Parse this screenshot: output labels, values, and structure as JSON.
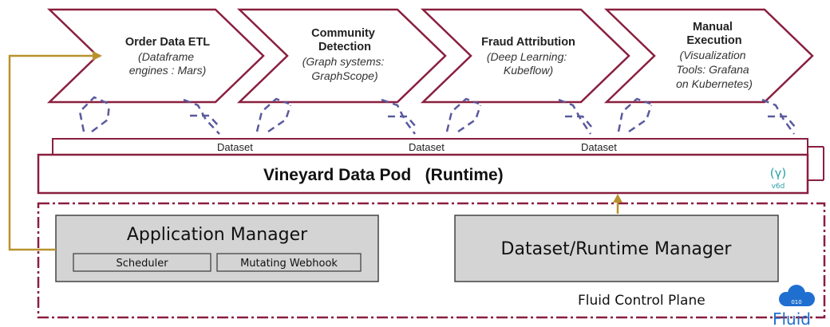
{
  "stages": [
    {
      "title": [
        "Order Data ETL"
      ],
      "subtitle": [
        "(Dataframe",
        "engines : Mars)"
      ]
    },
    {
      "title": [
        "Community",
        "Detection"
      ],
      "subtitle": [
        "(Graph systems:",
        "GraphScope)"
      ]
    },
    {
      "title": [
        "Fraud Attribution"
      ],
      "subtitle": [
        "(Deep Learning:",
        "Kubeflow)"
      ]
    },
    {
      "title": [
        "Manual",
        "Execution"
      ],
      "subtitle": [
        "(Visualization",
        "Tools: Grafana",
        "on Kubernetes)"
      ]
    }
  ],
  "datasets": [
    "Dataset",
    "Dataset",
    "Dataset"
  ],
  "pod": {
    "title": "Vineyard Data Pod   (Runtime)",
    "logo": "v6d"
  },
  "app_manager": {
    "title": "Application Manager",
    "scheduler": "Scheduler",
    "webhook": "Mutating Webhook"
  },
  "runtime_manager": {
    "title": "Dataset/Runtime Manager"
  },
  "control_plane": {
    "label": "Fluid Control Plane"
  },
  "fluid_logo": {
    "text": "Fluid"
  },
  "colors": {
    "maroon": "#8a1f3f",
    "gold": "#b8922e",
    "dash_blue": "#5a5a9e",
    "gray_box": "#d4d4d4",
    "logo_teal": "#2aa0a8",
    "logo_blue": "#1f6fd0"
  }
}
